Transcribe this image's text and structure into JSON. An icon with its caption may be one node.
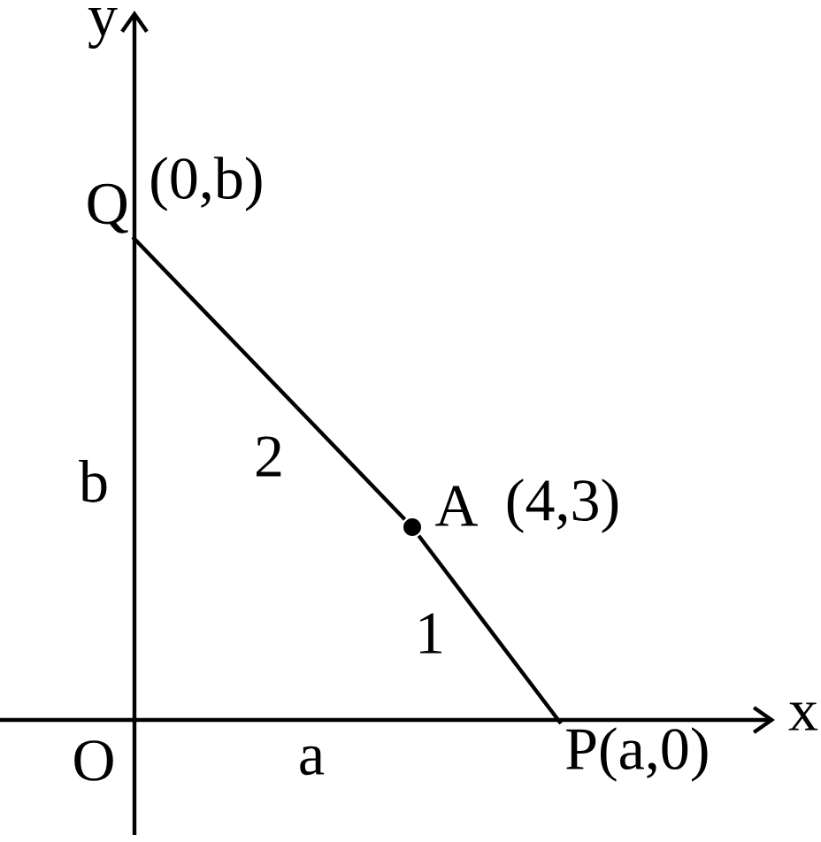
{
  "diagram": {
    "nodes": [
      {
        "text": [
          "Q"
        ],
        "beside": [
          "(0,b)"
        ]
      },
      {
        "text": [],
        "shape": "circle"
      },
      {
        "text": [
          "P(a,0)"
        ]
      }
    ],
    "edges": [
      {
        "from": 0,
        "to": 1,
        "arrow": "none",
        "label": "2"
      },
      {
        "from": 1,
        "to": 2,
        "arrow": "none",
        "label": "1"
      }
    ],
    "labels": [
      "y",
      "A",
      "(4,3)",
      "b",
      "O",
      "a",
      "x"
    ]
  }
}
